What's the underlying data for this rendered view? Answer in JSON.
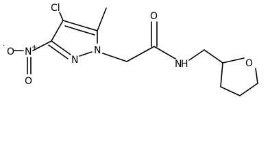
{
  "molecule": {
    "atoms": {
      "cl": "Cl",
      "n_nitro": "N",
      "nitro_plus": "+",
      "o_minus_dot": "·",
      "o_minus": "O",
      "o_double": "O",
      "n_ring_2": "N",
      "n_ring_1": "N",
      "o_carbonyl": "O",
      "n_amide": "N",
      "h_amide": "H",
      "o_thf": "O"
    }
  }
}
